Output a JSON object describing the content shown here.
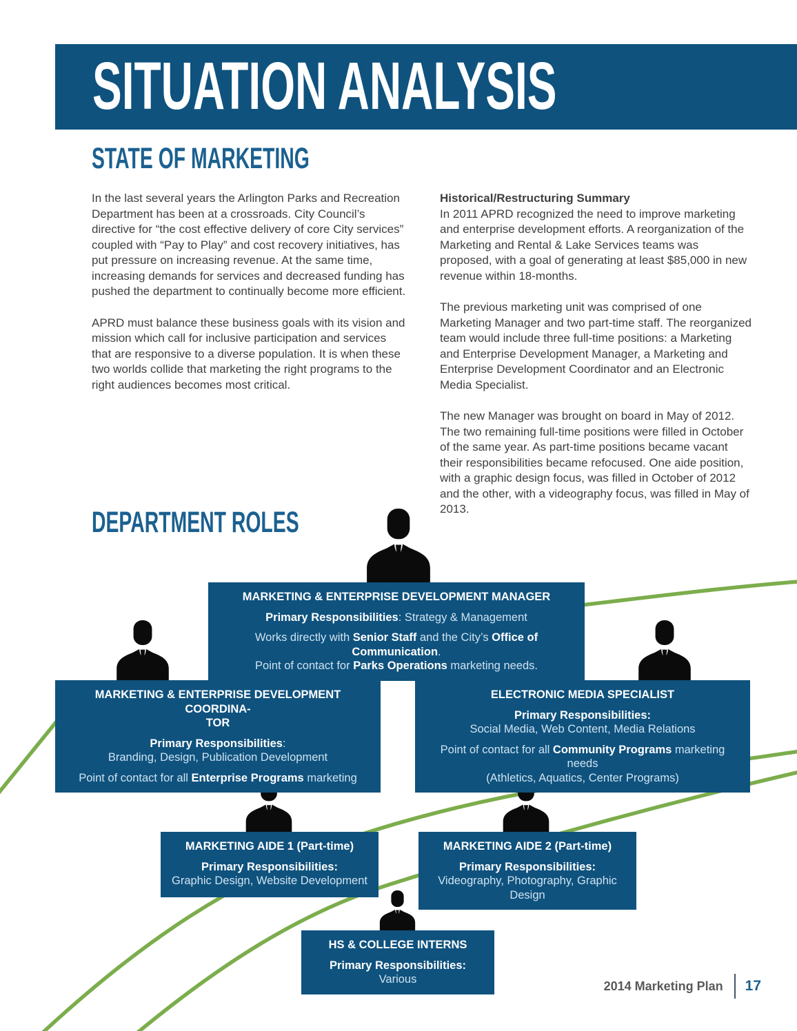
{
  "colors": {
    "primary_blue": "#0f527e",
    "heading_blue": "#1b6090",
    "body_text": "#3f3f3f",
    "box_text": "#cfe3f0",
    "accent_green": "#7cad4c",
    "footer_gray": "#58595b"
  },
  "banner": {
    "title": "SITUATION ANALYSIS"
  },
  "sections": {
    "state_of_marketing": "STATE OF MARKETING",
    "department_roles": "DEPARTMENT ROLES"
  },
  "state_of_marketing": {
    "left_paragraphs": [
      "In the last several years the Arlington Parks and Recreation Department has been at a crossroads. City Council’s directive for “the cost effective delivery of core City services” coupled with “Pay to Play” and cost recovery initiatives, has put pressure on increasing revenue. At the same time, increasing demands for services and decreased funding has pushed the department to continually become more efficient.",
      "APRD must balance these business goals with its vision and mission which call for inclusive participation and services that are responsive to a diverse population. It is when these two worlds collide that marketing the right programs to the right audiences becomes most critical."
    ],
    "right_heading": "Historical/Restructuring Summary",
    "right_paragraphs": [
      "In 2011 APRD recognized the need to improve marketing and enterprise development efforts. A reorganization of the Marketing and Rental & Lake Services teams was proposed, with a goal of generating at least $85,000 in new revenue within 18-months.",
      "The previous marketing unit was comprised of one Marketing Manager and two part-time staff. The reorganized team would include three full-time positions: a Marketing and Enterprise Development Manager, a Marketing and Enterprise Development Coordinator and an Electronic Media Specialist.",
      "The new Manager was brought on board in May of 2012. The two remaining full-time positions were filled in October of the same year. As part-time positions became vacant their responsibilities became refocused. One aide position, with a graphic design focus, was filled in October of 2012 and the other, with a videography focus, was filled in May of 2013."
    ]
  },
  "org_chart": {
    "roles": [
      {
        "id": "manager",
        "title": "MARKETING & ENTERPRISE DEVELOPMENT MANAGER",
        "paragraphs": [
          [
            {
              "b": true,
              "t": "Primary Responsibilities"
            },
            {
              "t": ": Strategy & Management"
            }
          ],
          [
            {
              "t": "Works directly with "
            },
            {
              "b": true,
              "t": "Senior Staff"
            },
            {
              "t": " and the City’s "
            },
            {
              "b": true,
              "t": "Office of Communication"
            },
            {
              "t": ".\nPoint of contact for "
            },
            {
              "b": true,
              "t": "Parks Operations"
            },
            {
              "t": " marketing needs."
            }
          ]
        ]
      },
      {
        "id": "coordinator",
        "title": "MARKETING & ENTERPRISE DEVELOPMENT COORDINA-\nTOR",
        "paragraphs": [
          [
            {
              "b": true,
              "t": "Primary Responsibilities"
            },
            {
              "t": ":\nBranding, Design, Publication Development"
            }
          ],
          [
            {
              "t": "Point of contact for all "
            },
            {
              "b": true,
              "t": "Enterprise Programs"
            },
            {
              "t": " marketing"
            }
          ]
        ]
      },
      {
        "id": "specialist",
        "title": "ELECTRONIC MEDIA SPECIALIST",
        "paragraphs": [
          [
            {
              "b": true,
              "t": "Primary Responsibilities:"
            },
            {
              "t": "\nSocial Media, Web Content, Media Relations"
            }
          ],
          [
            {
              "t": "Point of contact for all "
            },
            {
              "b": true,
              "t": "Community Programs"
            },
            {
              "t": " marketing needs\n(Athletics, Aquatics, Center Programs)"
            }
          ]
        ]
      },
      {
        "id": "aide1",
        "title": "MARKETING AIDE 1 (Part-time)",
        "paragraphs": [
          [
            {
              "b": true,
              "t": "Primary Responsibilities:"
            },
            {
              "t": "\nGraphic Design, Website Development"
            }
          ]
        ]
      },
      {
        "id": "aide2",
        "title": "MARKETING AIDE 2 (Part-time)",
        "paragraphs": [
          [
            {
              "b": true,
              "t": "Primary Responsibilities:"
            },
            {
              "t": "\nVideography, Photography, Graphic Design"
            }
          ]
        ]
      },
      {
        "id": "interns",
        "title": "HS & COLLEGE INTERNS",
        "paragraphs": [
          [
            {
              "b": true,
              "t": "Primary Responsibilities:"
            },
            {
              "t": " Various"
            }
          ]
        ]
      }
    ]
  },
  "footer": {
    "doc_title": "2014 Marketing Plan",
    "page_number": "17"
  }
}
